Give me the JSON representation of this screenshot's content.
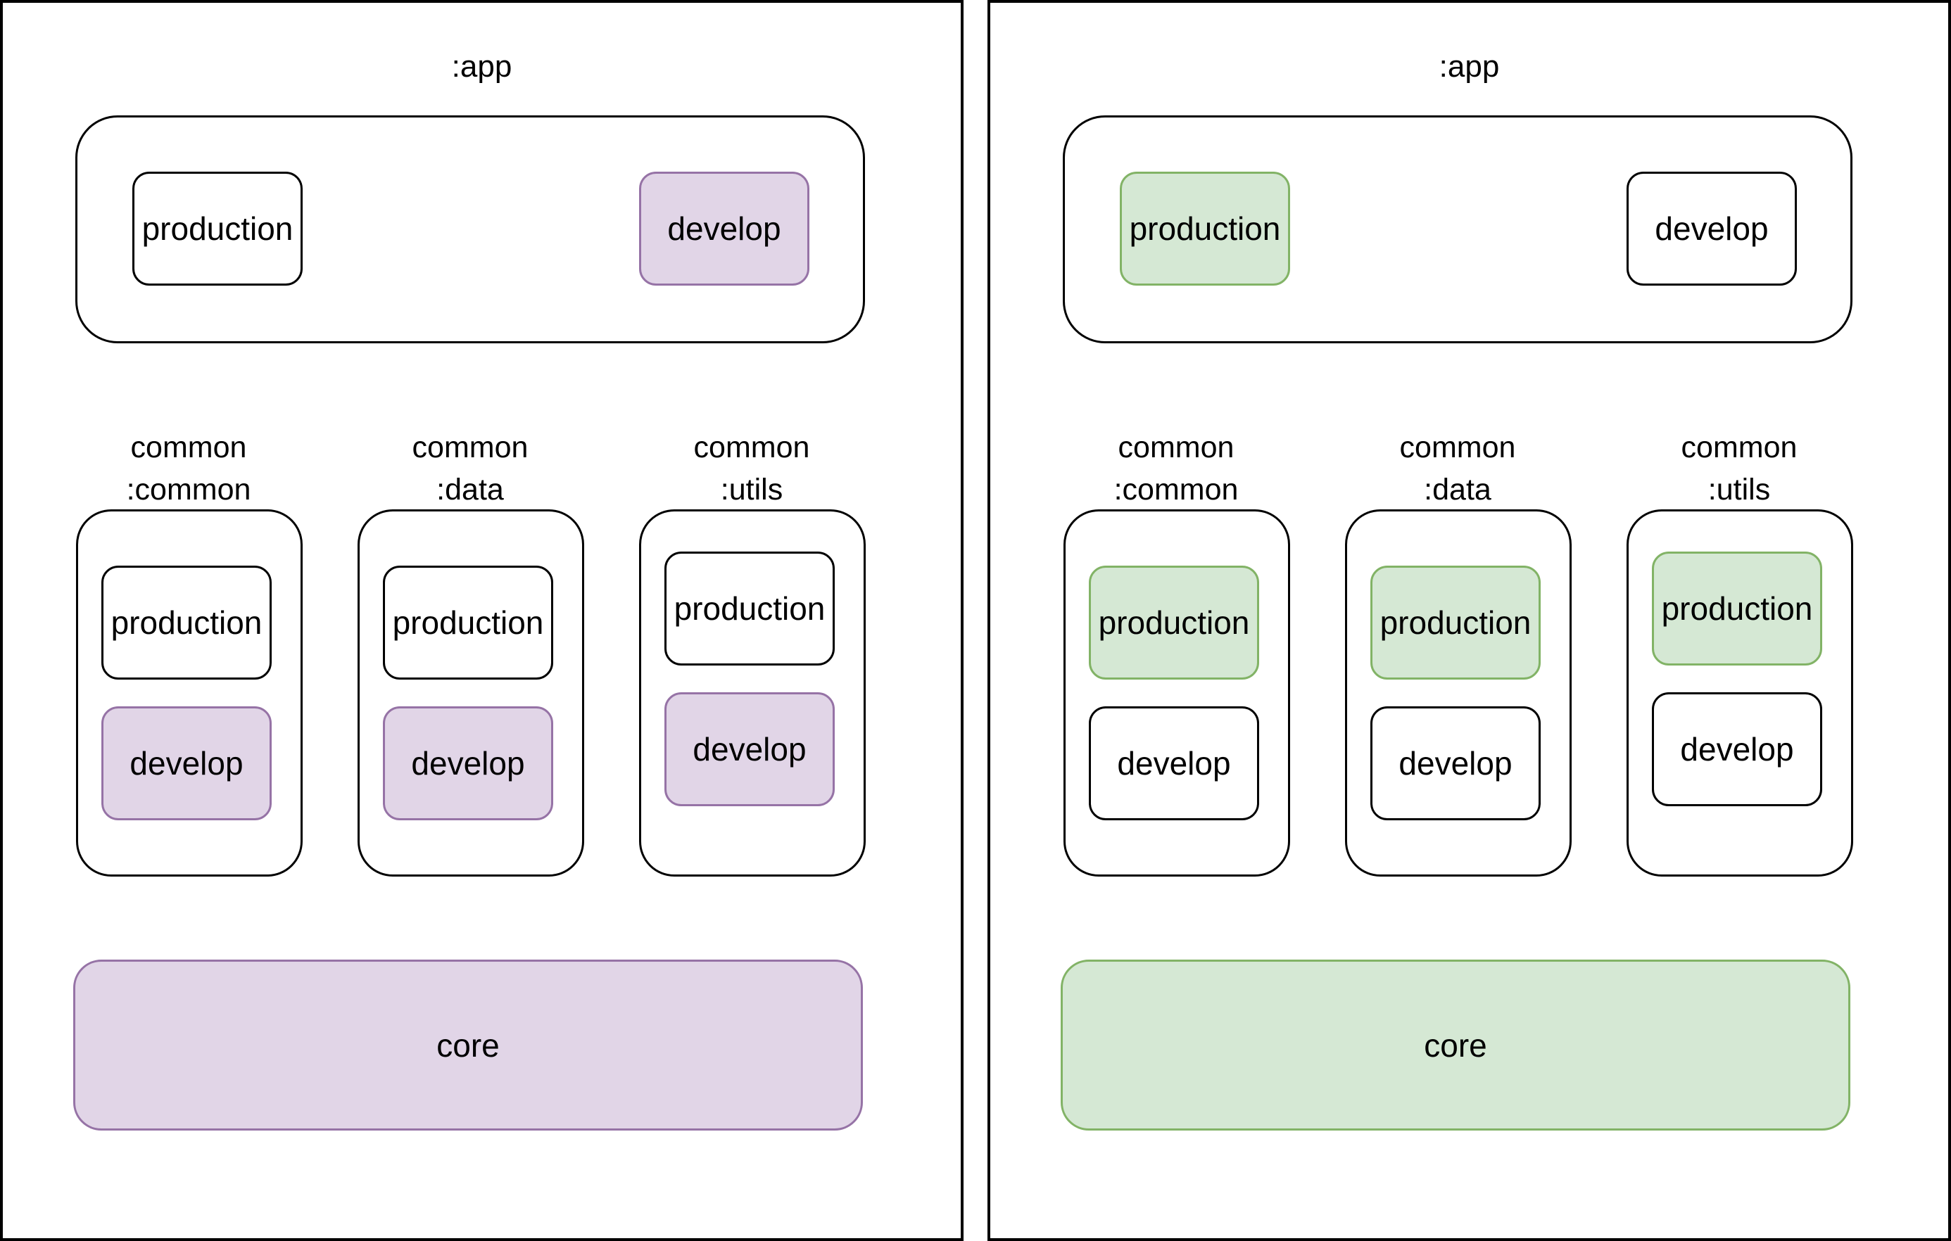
{
  "colors": {
    "purple_fill": "#e1d5e7",
    "purple_stroke": "#9673a6",
    "green_fill": "#d5e8d4",
    "green_stroke": "#82b366"
  },
  "panels": [
    {
      "app_title": ":app",
      "app": {
        "production": "production",
        "develop": "develop"
      },
      "modules": [
        {
          "label": "common\n:common",
          "production": "production",
          "develop": "develop"
        },
        {
          "label": "common\n:data",
          "production": "production",
          "develop": "develop"
        },
        {
          "label": "common\n:utils",
          "production": "production",
          "develop": "develop"
        }
      ],
      "core": "core",
      "highlight": "develop",
      "highlight_color": "purple"
    },
    {
      "app_title": ":app",
      "app": {
        "production": "production",
        "develop": "develop"
      },
      "modules": [
        {
          "label": "common\n:common",
          "production": "production",
          "develop": "develop"
        },
        {
          "label": "common\n:data",
          "production": "production",
          "develop": "develop"
        },
        {
          "label": "common\n:utils",
          "production": "production",
          "develop": "develop"
        }
      ],
      "core": "core",
      "highlight": "production",
      "highlight_color": "green"
    }
  ]
}
